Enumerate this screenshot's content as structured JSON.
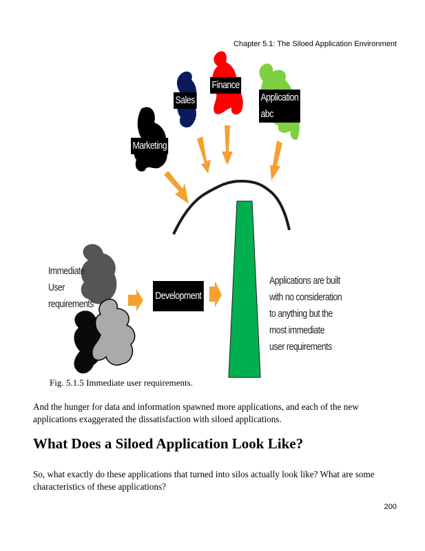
{
  "header": {
    "running_title": "Chapter 5.1: The Siloed Application Environment"
  },
  "figure": {
    "groups": {
      "marketing": "Marketing",
      "sales": "Sales",
      "finance": "Finance",
      "application_line1": "Application",
      "application_line2": "abc"
    },
    "immediate_line1": "Immediate",
    "immediate_line2": "User",
    "immediate_line3": "requirements",
    "development": "Development",
    "note_line1": "Applications are built",
    "note_line2": "with no consideration",
    "note_line3": "to anything but the",
    "note_line4": "most immediate",
    "note_line5": "user requirements",
    "colors": {
      "marketing": "#000000",
      "sales": "#0a1a5c",
      "finance": "#ff0000",
      "application": "#7fd040",
      "arrows": "#f5a030",
      "silo": "#00b050",
      "user_dark": "#555555",
      "user_light": "#aaaaaa"
    },
    "caption": "Fig. 5.1.5 Immediate user requirements."
  },
  "body": {
    "paragraph1": "And the hunger for data and information spawned more applications, and each of the new applications exaggerated the dissatisfaction with siloed applications.",
    "heading": "What Does a Siloed Application Look Like?",
    "paragraph2": "So, what exactly do these applications that turned into silos actually look like? What are some characteristics of these applications?"
  },
  "footer": {
    "page_number": "200"
  }
}
